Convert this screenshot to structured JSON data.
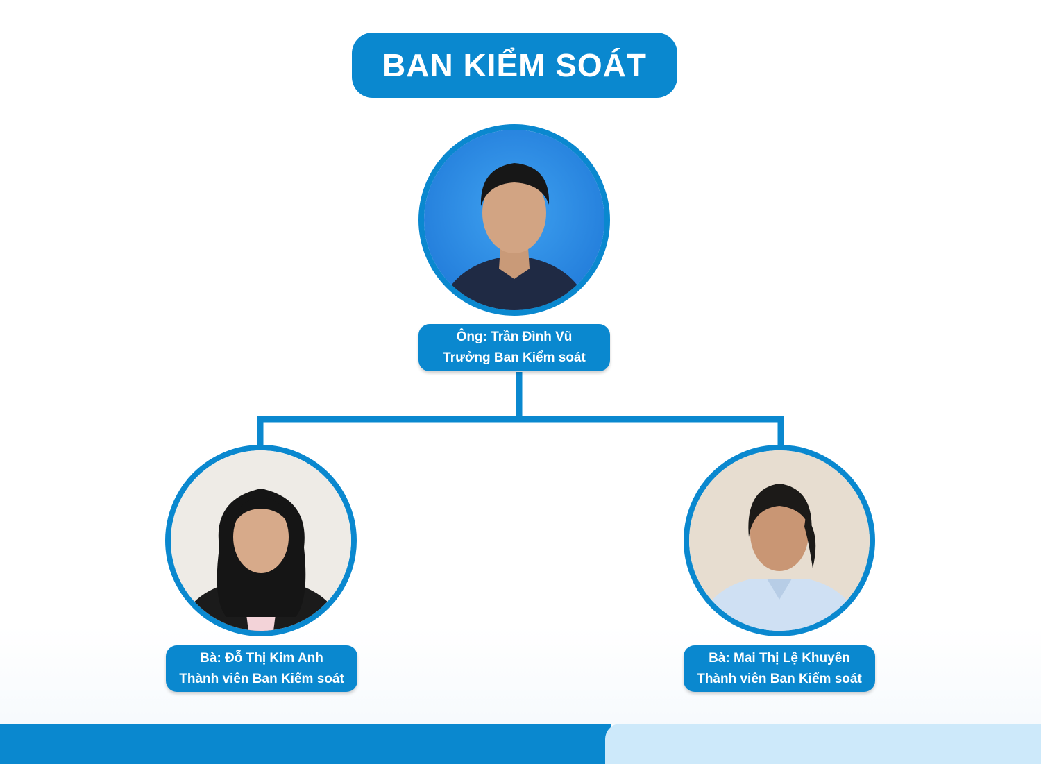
{
  "title": "BAN KIỂM SOÁT",
  "colors": {
    "primary": "#0a88cf",
    "light": "#cde9fa"
  },
  "head": {
    "name": "Ông: Trần Đình Vũ",
    "role": "Trưởng Ban Kiểm soát"
  },
  "members": [
    {
      "name": "Bà: Đỗ Thị Kim Anh",
      "role": "Thành viên Ban Kiểm soát"
    },
    {
      "name": "Bà: Mai Thị Lệ Khuyên",
      "role": "Thành viên Ban Kiểm soát"
    }
  ]
}
